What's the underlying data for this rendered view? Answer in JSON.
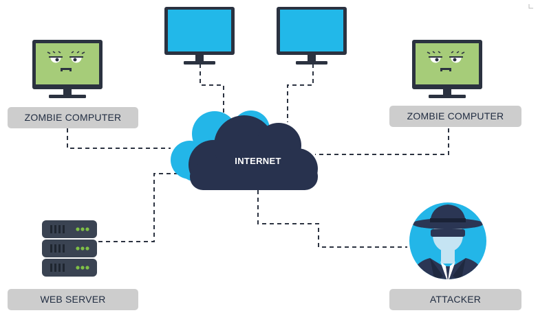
{
  "colors": {
    "screen_blue": "#22b8e9",
    "screen_green": "#a6cc79",
    "monitor_frame": "#2b3240",
    "cloud_dark": "#28324e",
    "cloud_light": "#23b6e8",
    "label_bg": "#cdcdcd",
    "label_text": "#1f2b40",
    "server_body": "#3a4352",
    "server_led": "#7fc046",
    "line": "#2b3240"
  },
  "icons": {
    "zombie_monitor": "zombie-monitor-icon",
    "monitor": "monitor-icon",
    "cloud": "cloud-icon",
    "server": "server-icon",
    "attacker": "spy-icon"
  },
  "labels": {
    "zombie_left": "ZOMBIE COMPUTER",
    "zombie_right": "ZOMBIE COMPUTER",
    "internet": "INTERNET",
    "web_server": "WEB SERVER",
    "attacker": "ATTACKER"
  }
}
